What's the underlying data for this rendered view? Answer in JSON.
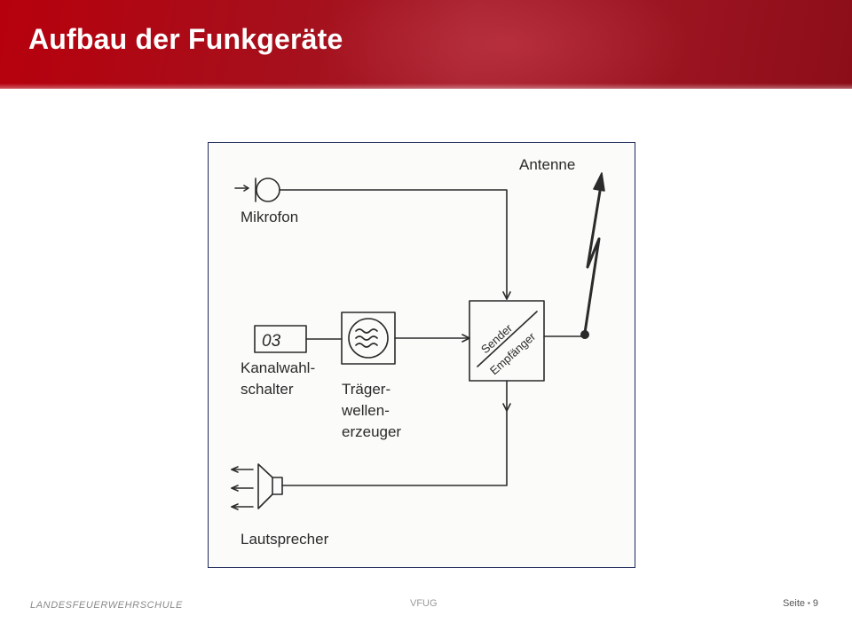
{
  "slide": {
    "title": "Aufbau der Funkgeräte"
  },
  "diagram": {
    "labels": {
      "antenna": "Antenne",
      "microphone": "Mikrofon",
      "channel_display": "03",
      "channel_selector_line1": "Kanalwahl-",
      "channel_selector_line2": "schalter",
      "carrier_line1": "Träger-",
      "carrier_line2": "wellen-",
      "carrier_line3": "erzeuger",
      "transceiver_top": "Sender",
      "transceiver_bottom": "Empfänger",
      "speaker": "Lautsprecher"
    }
  },
  "footer": {
    "left": "LANDESFEUERWEHRSCHULE",
    "center": "VFUG",
    "page_label": "Seite",
    "separator": "▪",
    "page_number": "9"
  }
}
